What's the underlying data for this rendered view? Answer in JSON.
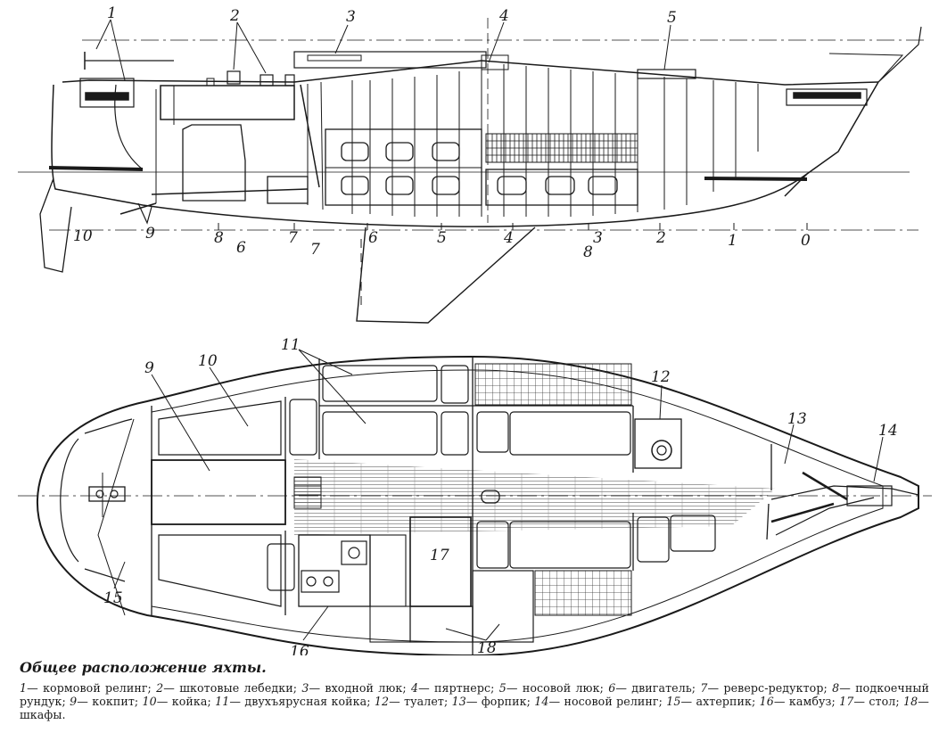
{
  "figure": {
    "side_view": {
      "callouts": [
        "1",
        "2",
        "3",
        "4",
        "5"
      ],
      "station_labels": [
        "10",
        "9",
        "8",
        "6",
        "7",
        "7",
        "6",
        "5",
        "4",
        "3",
        "8",
        "2",
        "1",
        "0"
      ]
    },
    "plan_view": {
      "callouts": [
        "9",
        "10",
        "11",
        "12",
        "13",
        "14",
        "15",
        "16",
        "17",
        "18"
      ]
    }
  },
  "caption": {
    "title": "Общее расположение яхты.",
    "legend": [
      {
        "num": "1",
        "text": "кормовой релинг;"
      },
      {
        "num": "2",
        "text": "шкотовые лебедки;"
      },
      {
        "num": "3",
        "text": "входной люк;"
      },
      {
        "num": "4",
        "text": "пяртнерс;"
      },
      {
        "num": "5",
        "text": "носовой люк;"
      },
      {
        "num": "6",
        "text": "двигатель;"
      },
      {
        "num": "7",
        "text": "реверс-редуктор;"
      },
      {
        "num": "8",
        "text": "подкоечный рундук;"
      },
      {
        "num": "9",
        "text": "кокпит;"
      },
      {
        "num": "10",
        "text": "койка;"
      },
      {
        "num": "11",
        "text": "двухъярусная койка;"
      },
      {
        "num": "12",
        "text": "туалет;"
      },
      {
        "num": "13",
        "text": "форпик;"
      },
      {
        "num": "14",
        "text": "носовой релинг;"
      },
      {
        "num": "15",
        "text": "ахтерпик;"
      },
      {
        "num": "16",
        "text": "камбуз;"
      },
      {
        "num": "17",
        "text": "стол;"
      },
      {
        "num": "18",
        "text": "шкафы."
      }
    ]
  }
}
